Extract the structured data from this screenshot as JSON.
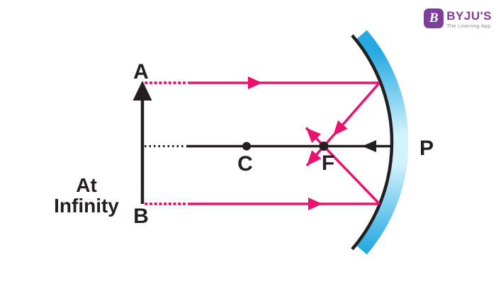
{
  "logo": {
    "badge_letter": "B",
    "brand": "BYJU'S",
    "tagline": "The Learning App"
  },
  "labels": {
    "object_top": "A",
    "object_bottom": "B",
    "position_line1": "At",
    "position_line2": "Infinity",
    "centre_of_curvature": "C",
    "focus": "F",
    "pole": "P"
  },
  "colors": {
    "ray": "#EC116C",
    "ink": "#231F20",
    "mirror_blue": "#27AAE1",
    "mirror_light": "#D2F2FC",
    "logo_purple": "#7D3F98",
    "tagline_gray": "#8E9093"
  }
}
